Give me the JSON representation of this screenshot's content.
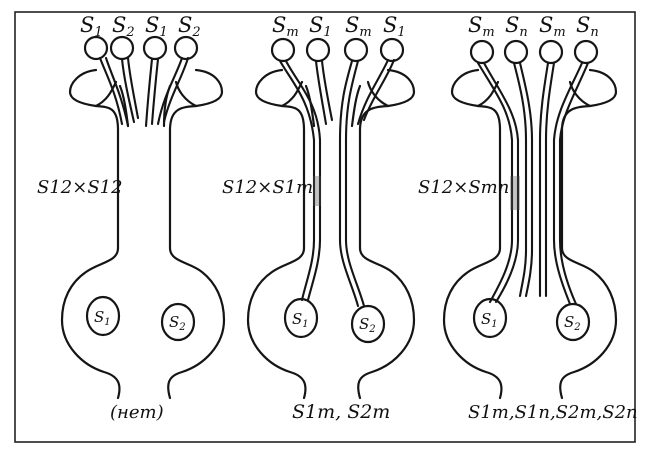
{
  "panels": [
    {
      "pollen": [
        {
          "main": "S",
          "sub": "1"
        },
        {
          "main": "S",
          "sub": "2"
        },
        {
          "main": "S",
          "sub": "1"
        },
        {
          "main": "S",
          "sub": "2"
        }
      ],
      "cross": "S12×S12",
      "ovules": [
        {
          "main": "S",
          "sub": "1"
        },
        {
          "main": "S",
          "sub": "2"
        }
      ],
      "result": "(нет)"
    },
    {
      "pollen": [
        {
          "main": "S",
          "sub": "m"
        },
        {
          "main": "S",
          "sub": "1"
        },
        {
          "main": "S",
          "sub": "m"
        },
        {
          "main": "S",
          "sub": "1"
        }
      ],
      "cross": "S12×S1m",
      "ovules": [
        {
          "main": "S",
          "sub": "1"
        },
        {
          "main": "S",
          "sub": "2"
        }
      ],
      "result": "S1m, S2m"
    },
    {
      "pollen": [
        {
          "main": "S",
          "sub": "m"
        },
        {
          "main": "S",
          "sub": "n"
        },
        {
          "main": "S",
          "sub": "m"
        },
        {
          "main": "S",
          "sub": "n"
        }
      ],
      "cross": "S12×Smn",
      "ovules": [
        {
          "main": "S",
          "sub": "1"
        },
        {
          "main": "S",
          "sub": "2"
        }
      ],
      "result": "S1m,S1n,S2m,S2n"
    }
  ]
}
